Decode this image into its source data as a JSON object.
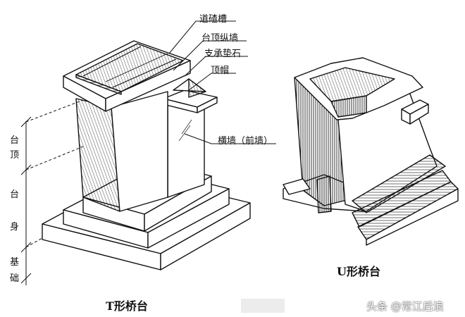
{
  "t_abutment": {
    "caption": "T形桥台",
    "callouts": {
      "ballast_trough": "道碴槽",
      "top_longitudinal_wall": "台顶纵墙",
      "bearing_pad_stone": "支承垫石",
      "top_cap": "顶帽",
      "transverse_wall": "横墙（前墙）"
    },
    "dimension_labels": {
      "top": [
        "台",
        "顶"
      ],
      "body": [
        "台",
        "身"
      ],
      "foundation": [
        "基",
        "础"
      ]
    }
  },
  "u_abutment": {
    "caption": "U形桥台"
  },
  "watermark": "头条 @常江后浪",
  "colors": {
    "ink": "#111111",
    "paper": "#ffffff"
  }
}
